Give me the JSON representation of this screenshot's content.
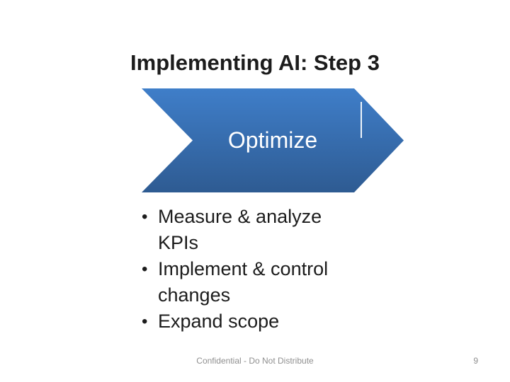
{
  "slide": {
    "title": "Implementing AI: Step 3",
    "arrow": {
      "label": "Optimize",
      "gradient_top": "#3f7ec9",
      "gradient_bottom": "#2e5b92"
    },
    "bullets": {
      "bullet_char": "•",
      "items": [
        {
          "line1": "Measure & analyze",
          "line2": "KPIs"
        },
        {
          "line1": "Implement & control",
          "line2": "changes"
        },
        {
          "line1": "Expand scope",
          "line2": ""
        }
      ]
    },
    "footer": {
      "confidential": "Confidential - Do Not Distribute",
      "page_number": "9"
    }
  }
}
